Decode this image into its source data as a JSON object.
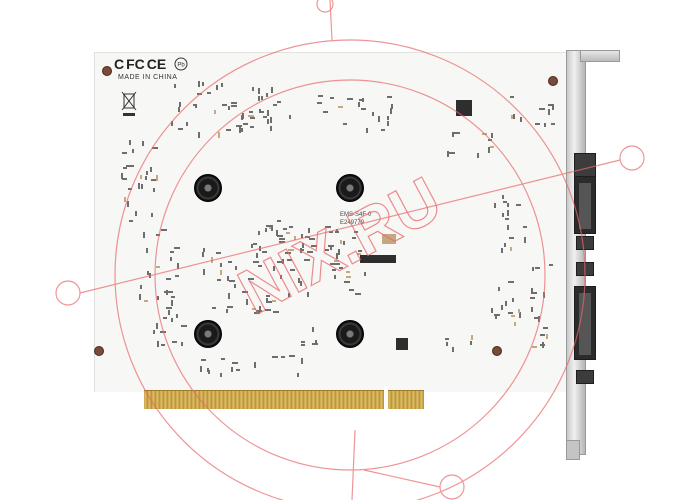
{
  "board": {
    "made_in": "MADE IN CHINA",
    "marks": [
      "C",
      "FC",
      "CE"
    ],
    "model_text": "EMS-S4F-0",
    "model_code": "E249779"
  },
  "watermark": {
    "text": "NIX.RU",
    "color": "#e8686a"
  },
  "colors": {
    "pcb": "#f7f7f5",
    "gold": "#c9a44a",
    "bracket": "#c8c8c8"
  },
  "icons": [
    "weee-bin-icon",
    "fcc-icon",
    "ce-icon",
    "pb-free-icon"
  ]
}
